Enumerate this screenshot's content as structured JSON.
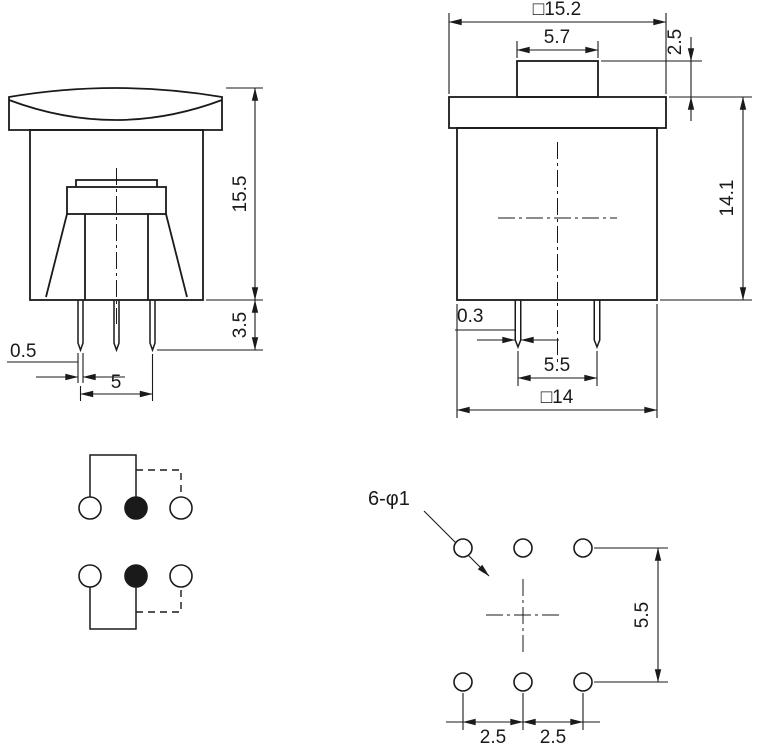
{
  "colors": {
    "line": "#1a1a1a",
    "background": "#ffffff"
  },
  "side_view": {
    "total_height": "15.5",
    "pin_length": "3.5",
    "pin_width": "0.5",
    "pin_pitch": "5"
  },
  "front_view": {
    "cap_width": "□15.2",
    "plunger_width": "5.7",
    "plunger_height": "2.5",
    "body_height": "14.1",
    "pin_width": "0.3",
    "pin_pitch": "5.5",
    "body_width": "□14"
  },
  "pcb_layout": {
    "hole_callout": "6-φ1",
    "row_pitch": "5.5",
    "col_pitch_1": "2.5",
    "col_pitch_2": "2.5"
  }
}
